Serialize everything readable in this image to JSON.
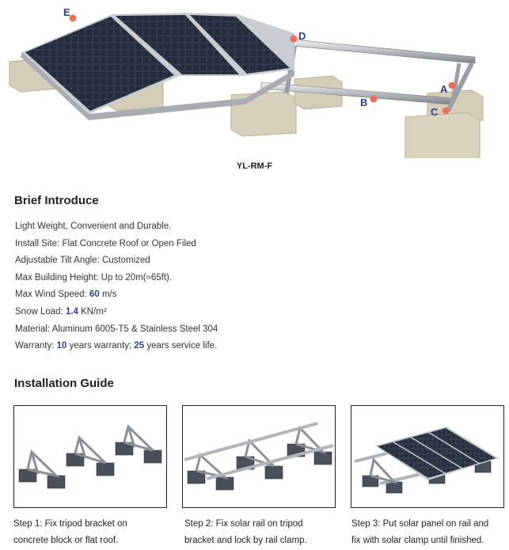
{
  "diagram": {
    "model": "YL-RM-F",
    "markers": [
      "E",
      "D",
      "A",
      "B",
      "C"
    ]
  },
  "brief": {
    "title": "Brief Introduce",
    "items": [
      {
        "label": "Light Weight, Convenient and Durable.",
        "pre": "",
        "bold": "",
        "post": ""
      },
      {
        "label": "Install Site: Flat Concrete Roof or Open Filed",
        "pre": "",
        "bold": "",
        "post": ""
      },
      {
        "label": "Adjustable Tilt Angle: Customized",
        "pre": "",
        "bold": "",
        "post": ""
      },
      {
        "label": "Max Building Height: Up to 20m(≈65ft).",
        "pre": "",
        "bold": "",
        "post": ""
      },
      {
        "label": "",
        "pre": "Max Wind Speed: ",
        "bold": "60",
        "post": " m/s"
      },
      {
        "label": "",
        "pre": "Snow Load: ",
        "bold": "1.4",
        "post": " KN/m²"
      },
      {
        "label": "Material: Aluminum 6005-T5 & Stainless Steel 304",
        "pre": "",
        "bold": "",
        "post": ""
      },
      {
        "label": "",
        "pre": "Warranty: ",
        "bold": "10",
        "post": " years warranty; ",
        "bold2": "25",
        "post2": " years service life."
      }
    ]
  },
  "guide": {
    "title": "Installation Guide",
    "steps": [
      {
        "line1": "Step 1: Fix tripod bracket on",
        "line2": "concrete block or flat roof."
      },
      {
        "line1": "Step 2: Fix solar rail on tripod",
        "line2": "bracket and lock by rail clamp."
      },
      {
        "line1": "Step 3: Put solar panel on rail and",
        "line2": "fix with solar clamp until finished."
      }
    ]
  },
  "colors": {
    "accent": "#2f3f8f",
    "marker": "#e8705a",
    "panel": "#1c2430",
    "concrete": "#d8d0bc"
  }
}
